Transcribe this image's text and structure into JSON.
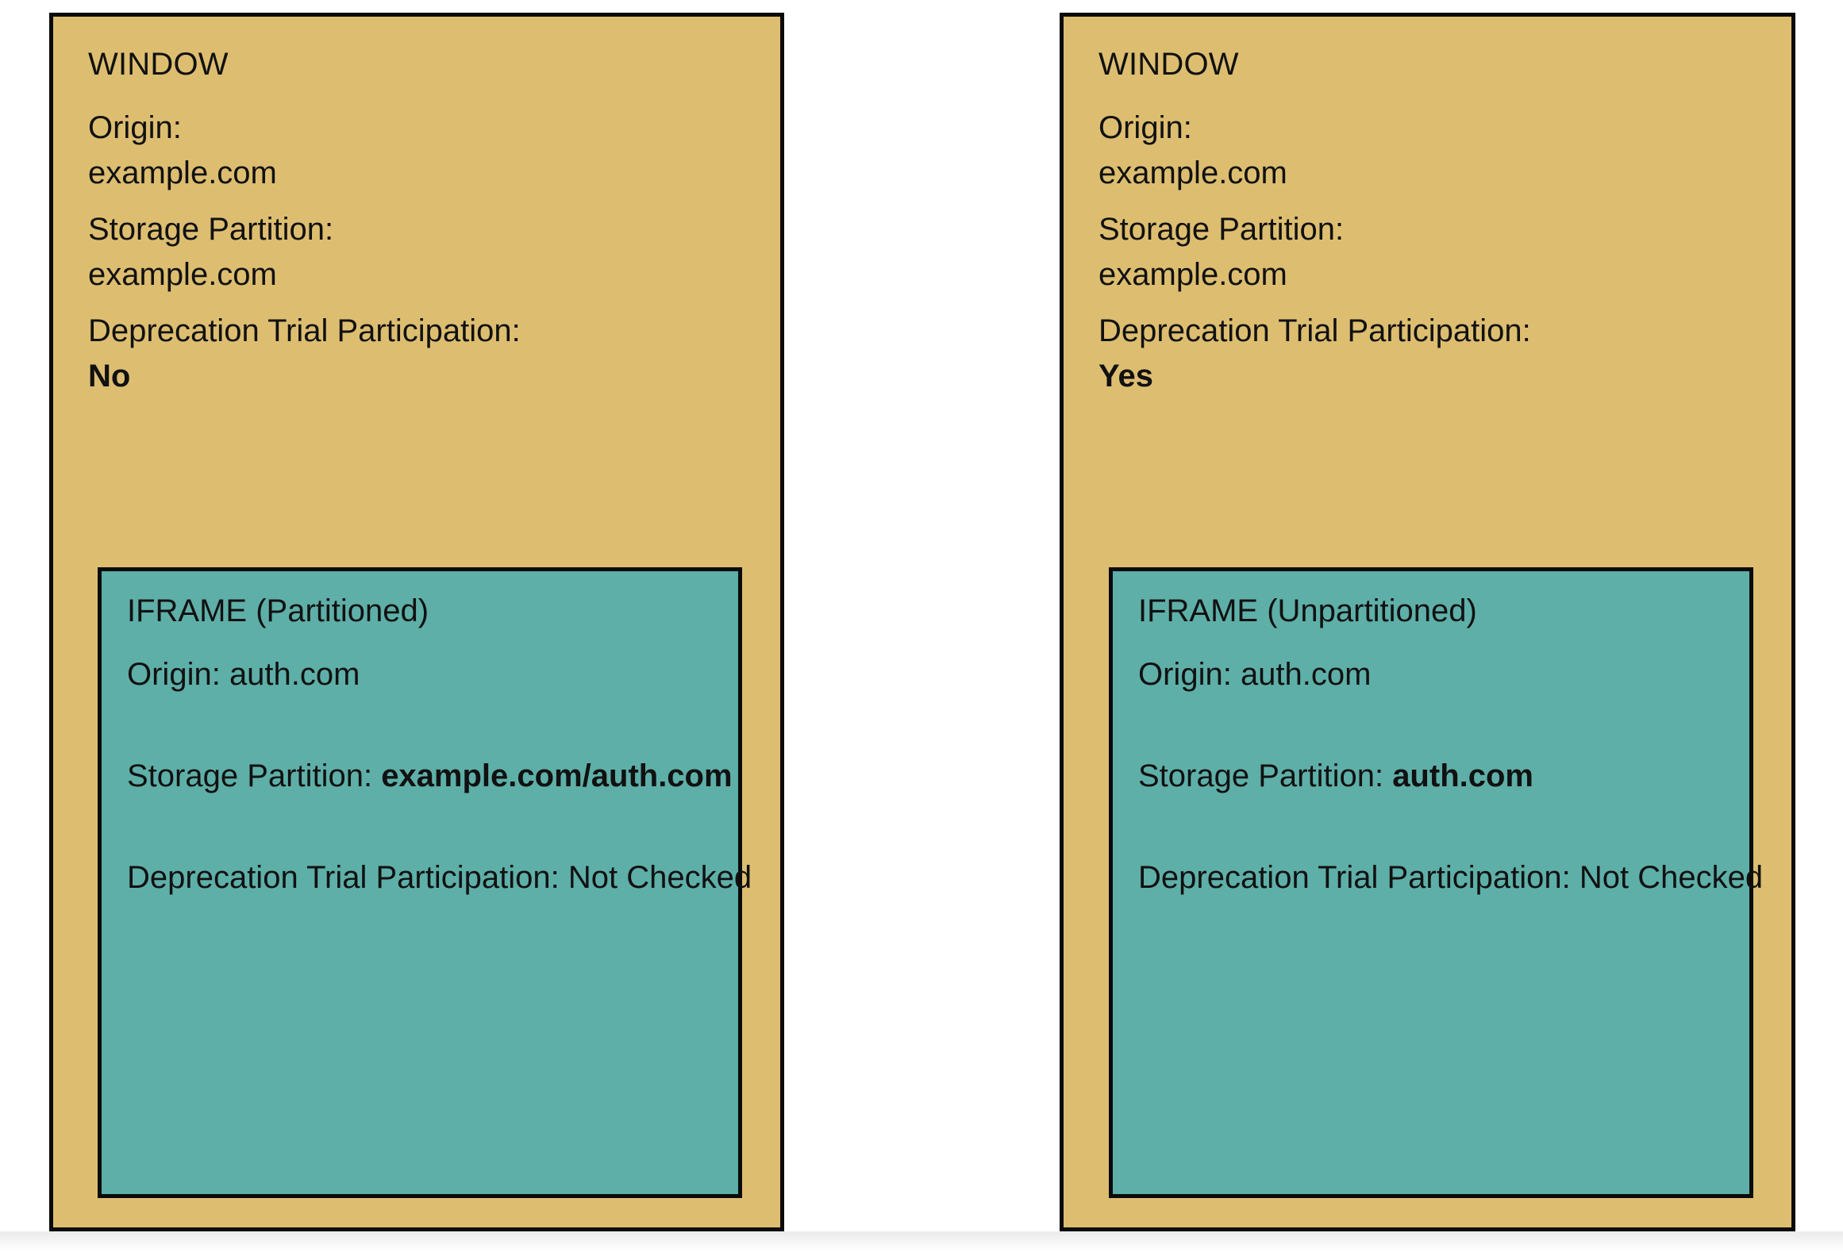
{
  "colors": {
    "window_fill": "#DDBE71",
    "iframe_fill": "#5EAFA8",
    "border": "#0b0b0b",
    "text": "#111111",
    "background": "#ffffff"
  },
  "panels": [
    {
      "id": "partitioned-case",
      "window": {
        "title": "WINDOW",
        "fields": [
          {
            "label": "Origin:",
            "value": "example.com",
            "bold": false
          },
          {
            "label": "Storage Partition:",
            "value": "example.com",
            "bold": false
          },
          {
            "label": "Deprecation Trial Participation:",
            "value": "No",
            "bold": true
          }
        ]
      },
      "iframe": {
        "title": "IFRAME (Partitioned)",
        "fields": [
          {
            "label": "Origin:",
            "value": "auth.com",
            "bold": false
          },
          {
            "label": "Storage Partition:",
            "value": "example.com/auth.com",
            "bold": true
          },
          {
            "label": "Deprecation Trial Participation:",
            "value": "Not Checked",
            "bold": false
          }
        ]
      }
    },
    {
      "id": "unpartitioned-case",
      "window": {
        "title": "WINDOW",
        "fields": [
          {
            "label": "Origin:",
            "value": "example.com",
            "bold": false
          },
          {
            "label": "Storage Partition:",
            "value": "example.com",
            "bold": false
          },
          {
            "label": "Deprecation Trial Participation:",
            "value": "Yes",
            "bold": true
          }
        ]
      },
      "iframe": {
        "title": "IFRAME (Unpartitioned)",
        "fields": [
          {
            "label": "Origin:",
            "value": "auth.com",
            "bold": false
          },
          {
            "label": "Storage Partition:",
            "value": "auth.com",
            "bold": true
          },
          {
            "label": "Deprecation Trial Participation:",
            "value": "Not Checked",
            "bold": false
          }
        ]
      }
    }
  ]
}
